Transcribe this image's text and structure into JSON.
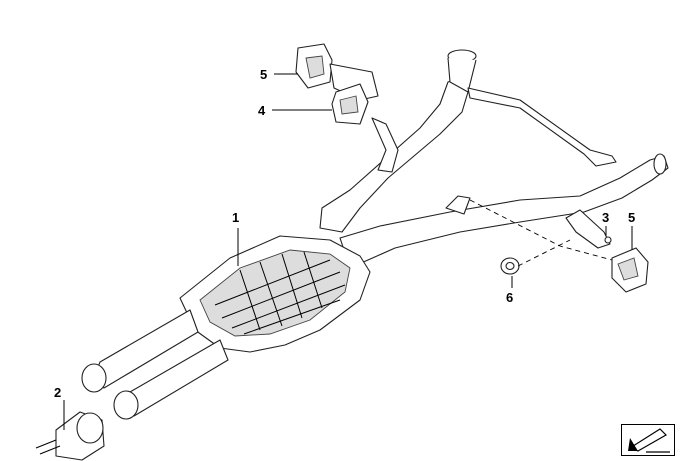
{
  "diagram": {
    "callouts": [
      {
        "id": "1",
        "label": "1"
      },
      {
        "id": "2",
        "label": "2"
      },
      {
        "id": "3",
        "label": "3"
      },
      {
        "id": "4",
        "label": "4"
      },
      {
        "id": "5a",
        "label": "5"
      },
      {
        "id": "5b",
        "label": "5"
      },
      {
        "id": "6",
        "label": "6"
      }
    ]
  },
  "nav": {
    "icon": "arrow-down-left-icon"
  },
  "colors": {
    "line": "#000000",
    "background": "#ffffff",
    "shading": "#dddddd"
  }
}
